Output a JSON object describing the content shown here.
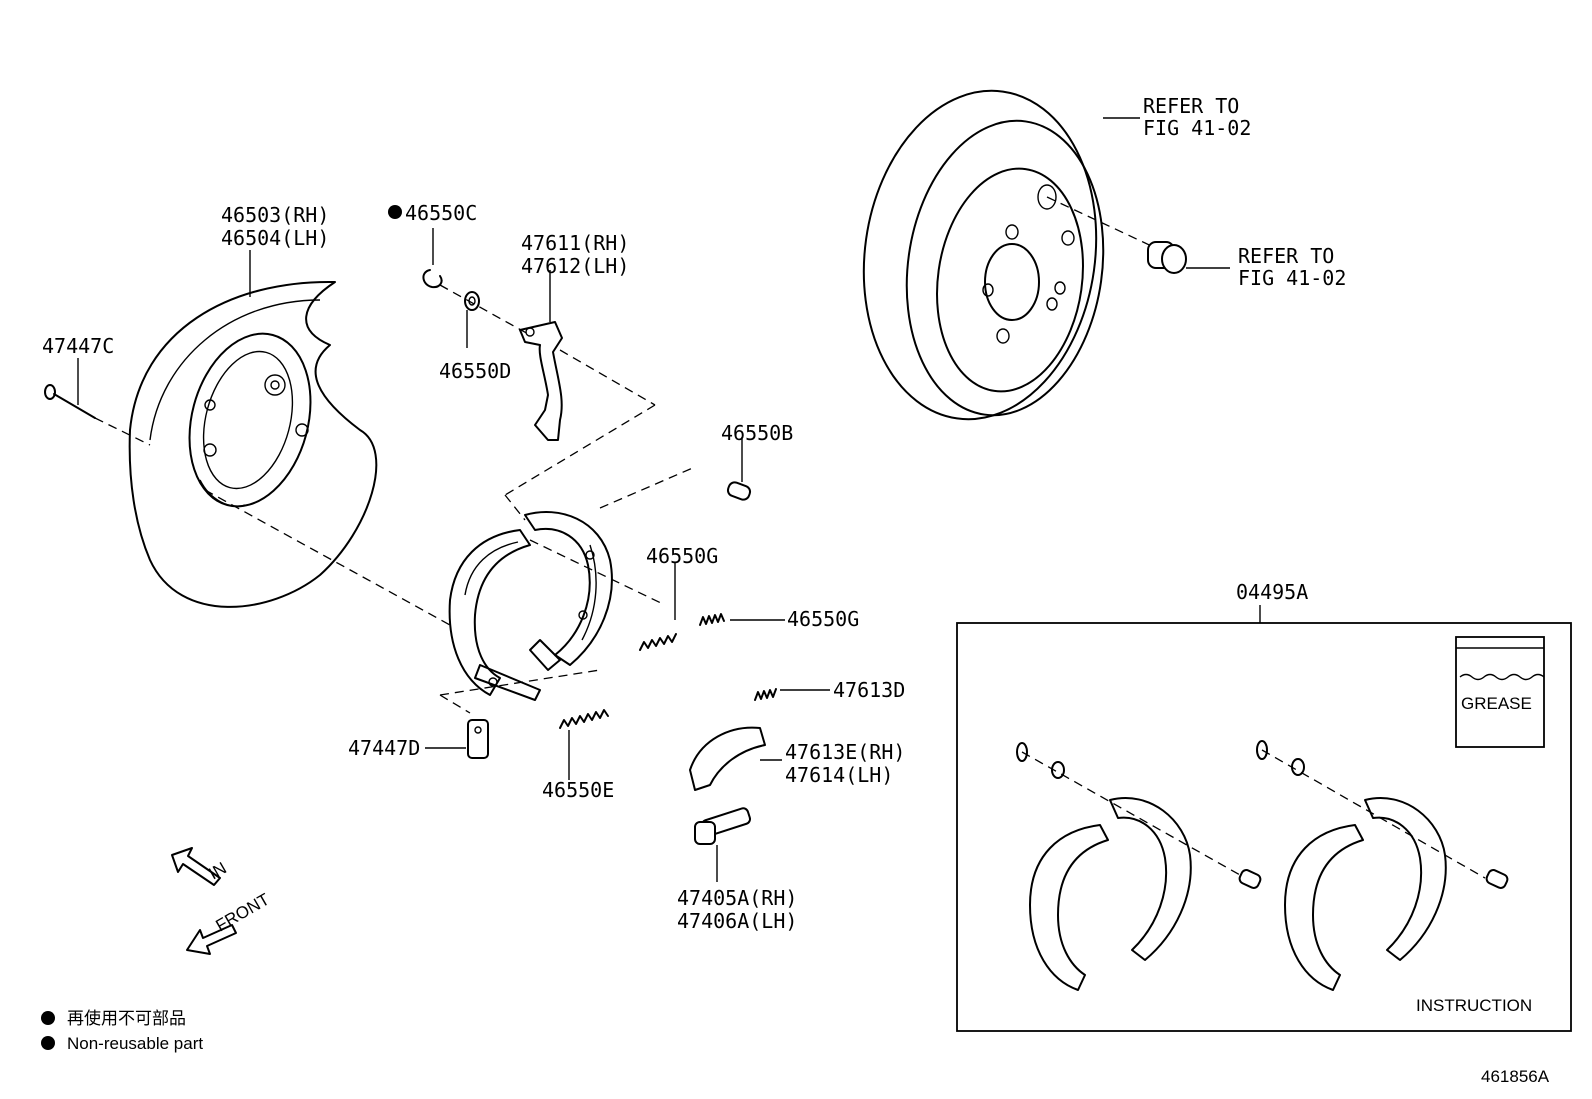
{
  "callouts": {
    "c_46503": "46503(RH)",
    "c_46504": "46504(LH)",
    "c_46550c": "46550C",
    "c_47611": "47611(RH)",
    "c_47612": "47612(LH)",
    "c_47447c": "47447C",
    "c_46550d": "46550D",
    "c_46550b": "46550B",
    "c_46550g_upper": "46550G",
    "c_46550g_lower": "46550G",
    "c_47613d": "47613D",
    "c_47447d": "47447D",
    "c_47613e": "47613E(RH)",
    "c_47614": "47614(LH)",
    "c_46550e": "46550E",
    "c_47405a": "47405A(RH)",
    "c_47406a": "47406A(LH)",
    "c_04495a": "04495A"
  },
  "refer_disc": {
    "line1": "REFER TO",
    "line2": "FIG 41-02"
  },
  "refer_plug": {
    "line1": "REFER TO",
    "line2": "FIG 41-02"
  },
  "kit_box": {
    "grease_label": "GREASE",
    "instruction_label": "INSTRUCTION"
  },
  "direction": {
    "in_label": "IN",
    "front_label": "FRONT"
  },
  "legend": {
    "japanese": "再使用不可部品",
    "english": "Non-reusable part"
  },
  "figure_id": "461856A"
}
